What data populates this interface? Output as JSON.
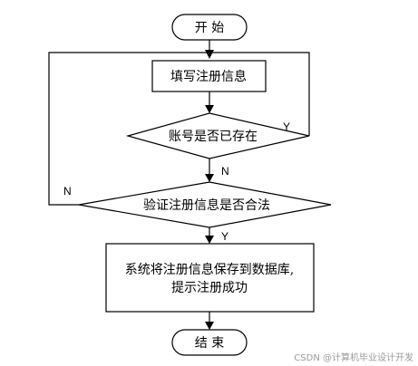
{
  "flowchart": {
    "start": "开 始",
    "fill_info": "填写注册信息",
    "check_account": "账号是否已存在",
    "validate_info": "验证注册信息是否合法",
    "save_line1": "系统将注册信息保存到数据库,",
    "save_line2": "提示注册成功",
    "end": "结 束"
  },
  "edges": {
    "account_exists_yes": "Y",
    "account_exists_no": "N",
    "valid_no": "N",
    "valid_yes": "Y"
  },
  "watermark": "CSDN @计算机毕业设计开发"
}
